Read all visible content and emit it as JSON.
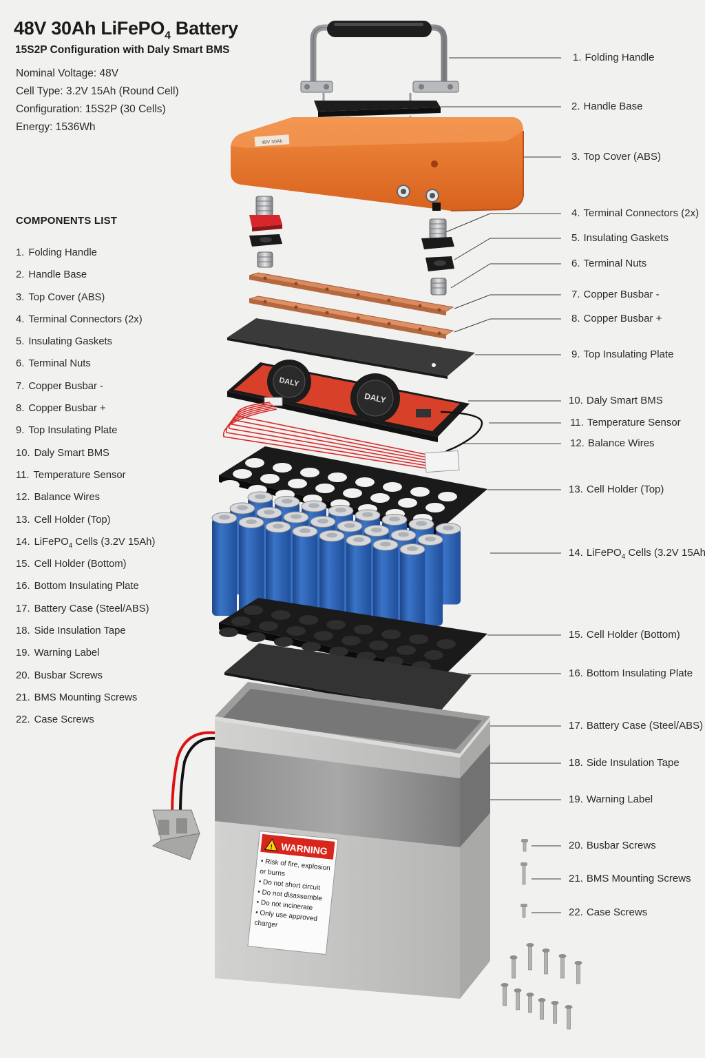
{
  "header": {
    "title_main": "48V 30Ah LiFePO",
    "title_sub": "4",
    "title_end": " Battery",
    "subtitle": "15S2P Configuration with Daly Smart BMS"
  },
  "specs": [
    "Nominal Voltage: 48V",
    "Cell Type: 3.2V 15Ah (Round Cell)",
    "Configuration: 15S2P (30 Cells)",
    "Energy: 1536Wh"
  ],
  "components_title": "COMPONENTS LIST",
  "components": [
    {
      "num": "1.",
      "label": "Folding Handle"
    },
    {
      "num": "2.",
      "label": "Handle Base"
    },
    {
      "num": "3.",
      "label": "Top Cover (ABS)"
    },
    {
      "num": "4.",
      "label": "Terminal Connectors (2x)"
    },
    {
      "num": "5.",
      "label": "Insulating Gaskets"
    },
    {
      "num": "6.",
      "label": "Terminal Nuts"
    },
    {
      "num": "7.",
      "label": "Copper Busbar -"
    },
    {
      "num": "8.",
      "label": "Copper Busbar +"
    },
    {
      "num": "9.",
      "label": "Top Insulating Plate"
    },
    {
      "num": "10.",
      "label": "Daly Smart BMS"
    },
    {
      "num": "11.",
      "label": "Temperature Sensor"
    },
    {
      "num": "12.",
      "label": "Balance Wires"
    },
    {
      "num": "13.",
      "label": "Cell Holder (Top)"
    },
    {
      "num": "14.",
      "label": "LiFePO",
      "sub": "4",
      "tail": " Cells (3.2V 15Ah)"
    },
    {
      "num": "15.",
      "label": "Cell Holder (Bottom)"
    },
    {
      "num": "16.",
      "label": "Bottom Insulating Plate"
    },
    {
      "num": "17.",
      "label": "Battery Case (Steel/ABS)"
    },
    {
      "num": "18.",
      "label": "Side Insulation Tape"
    },
    {
      "num": "19.",
      "label": "Warning Label"
    },
    {
      "num": "20.",
      "label": "Busbar Screws"
    },
    {
      "num": "21.",
      "label": "BMS Mounting Screws"
    },
    {
      "num": "22.",
      "label": "Case Screws"
    }
  ],
  "parts": {
    "bms_brand": "DALY",
    "cover_sticker": "48V 30Ah"
  },
  "warning_label": {
    "title": "WARNING",
    "lines": [
      "• Risk of fire, explosion",
      "  or burns",
      "• Do not short circuit",
      "• Do not disassemble",
      "• Do not incinerate",
      "• Only use approved",
      "  charger"
    ]
  },
  "colors": {
    "cover_orange": "#e8762e",
    "copper": "#d98a5e",
    "bms_red": "#d8402a",
    "cell_blue": "#2f62b0",
    "case_grey": "#c7c7c5",
    "warning_red": "#d9261c"
  }
}
